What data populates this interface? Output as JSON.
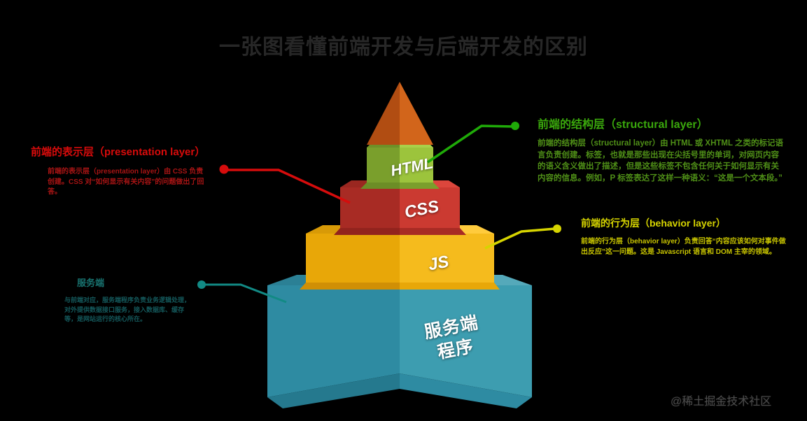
{
  "title": "一张图看懂前端开发与后端开发的区别",
  "pyramid": {
    "layers": [
      {
        "id": "apex",
        "label": "",
        "color": "#c25615"
      },
      {
        "id": "html",
        "label": "HTML",
        "color": "#8cb733"
      },
      {
        "id": "css",
        "label": "CSS",
        "color": "#c0322c"
      },
      {
        "id": "js",
        "label": "JS",
        "color": "#f3b21b"
      },
      {
        "id": "server",
        "label": "服务端\n程序",
        "color": "#3293a8"
      }
    ],
    "server_label_line1": "服务端",
    "server_label_line2": "程序"
  },
  "annotations": {
    "structural": {
      "accent": "#2fa80a",
      "heading": "前端的结构层（structural layer）",
      "body": "前端的结构层（structural layer）由 HTML 或 XHTML 之类的标记语言负责创建。标签，也就是那些出现在尖括号里的单词，对网页内容的语义含义做出了描述，但是这些标签不包含任何关于如何显示有关内容的信息。例如，P 标签表达了这样一种语义：“这是一个文本段。”"
    },
    "presentation": {
      "accent": "#d80b0b",
      "heading": "前端的表示层（presentation layer）",
      "body": "前端的表示层（presentation layer）由 CSS 负责创建。CSS 对“如何显示有关内容”的问题做出了回答。"
    },
    "behavior": {
      "accent": "#d6d400",
      "heading": "前端的行为层（behavior layer）",
      "body": "前端的行为层（behavior layer）负责回答“内容应该如何对事件做出反应”这一问题。这是 Javascript 语言和 DOM 主宰的领域。"
    },
    "server": {
      "accent": "#18726f",
      "heading": "服务端",
      "body": "与前端对应，服务端程序负责业务逻辑处理，对外提供数据接口服务，接入数据库、缓存等，是网站运行的核心所在。"
    }
  },
  "watermark": "@稀土掘金技术社区"
}
